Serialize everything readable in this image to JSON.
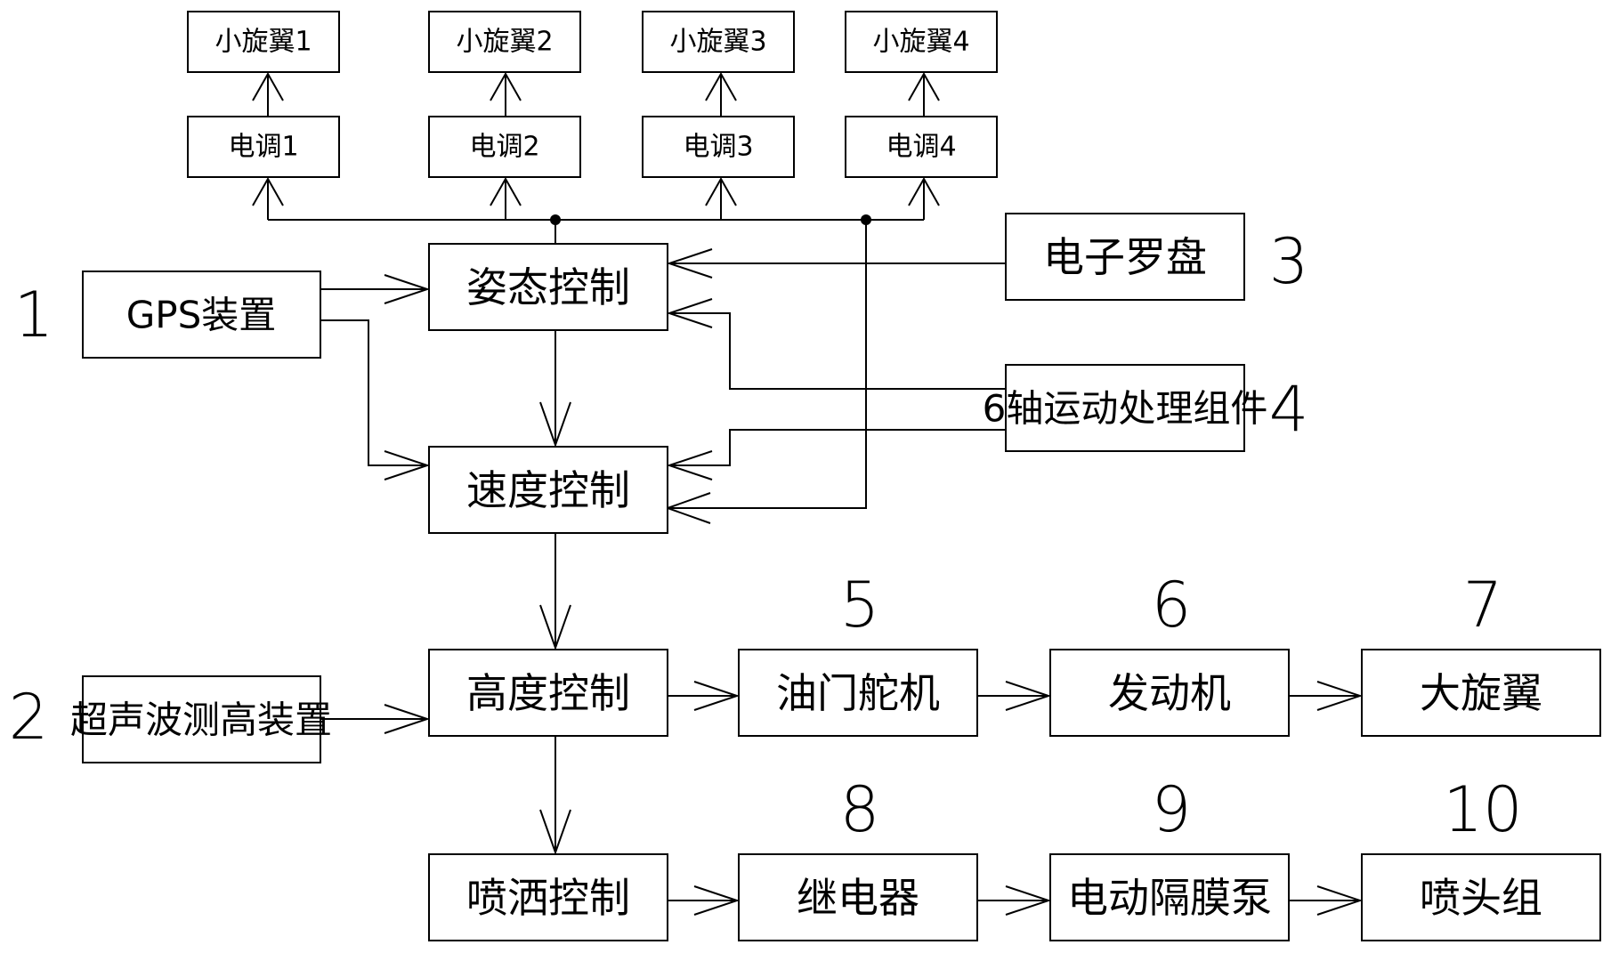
{
  "rotors": {
    "r1": "小旋翼1",
    "r2": "小旋翼2",
    "r3": "小旋翼3",
    "r4": "小旋翼4"
  },
  "escs": {
    "e1": "电调1",
    "e2": "电调2",
    "e3": "电调3",
    "e4": "电调4"
  },
  "controls": {
    "attitude": "姿态控制",
    "speed": "速度控制",
    "height": "高度控制",
    "spray": "喷洒控制"
  },
  "sensors": {
    "gps": "GPS装置",
    "ultrasonic": "超声波测高装置",
    "compass": "电子罗盘",
    "six_axis": "6轴运动处理组件"
  },
  "actuators": {
    "throttle_servo": "油门舵机",
    "engine": "发动机",
    "big_rotor": "大旋翼",
    "relay": "继电器",
    "pump": "电动隔膜泵",
    "nozzles": "喷头组"
  },
  "numbers": {
    "n1": "1",
    "n2": "2",
    "n3": "3",
    "n4": "4",
    "n5": "5",
    "n6": "6",
    "n7": "7",
    "n8": "8",
    "n9": "9",
    "n10": "10"
  }
}
